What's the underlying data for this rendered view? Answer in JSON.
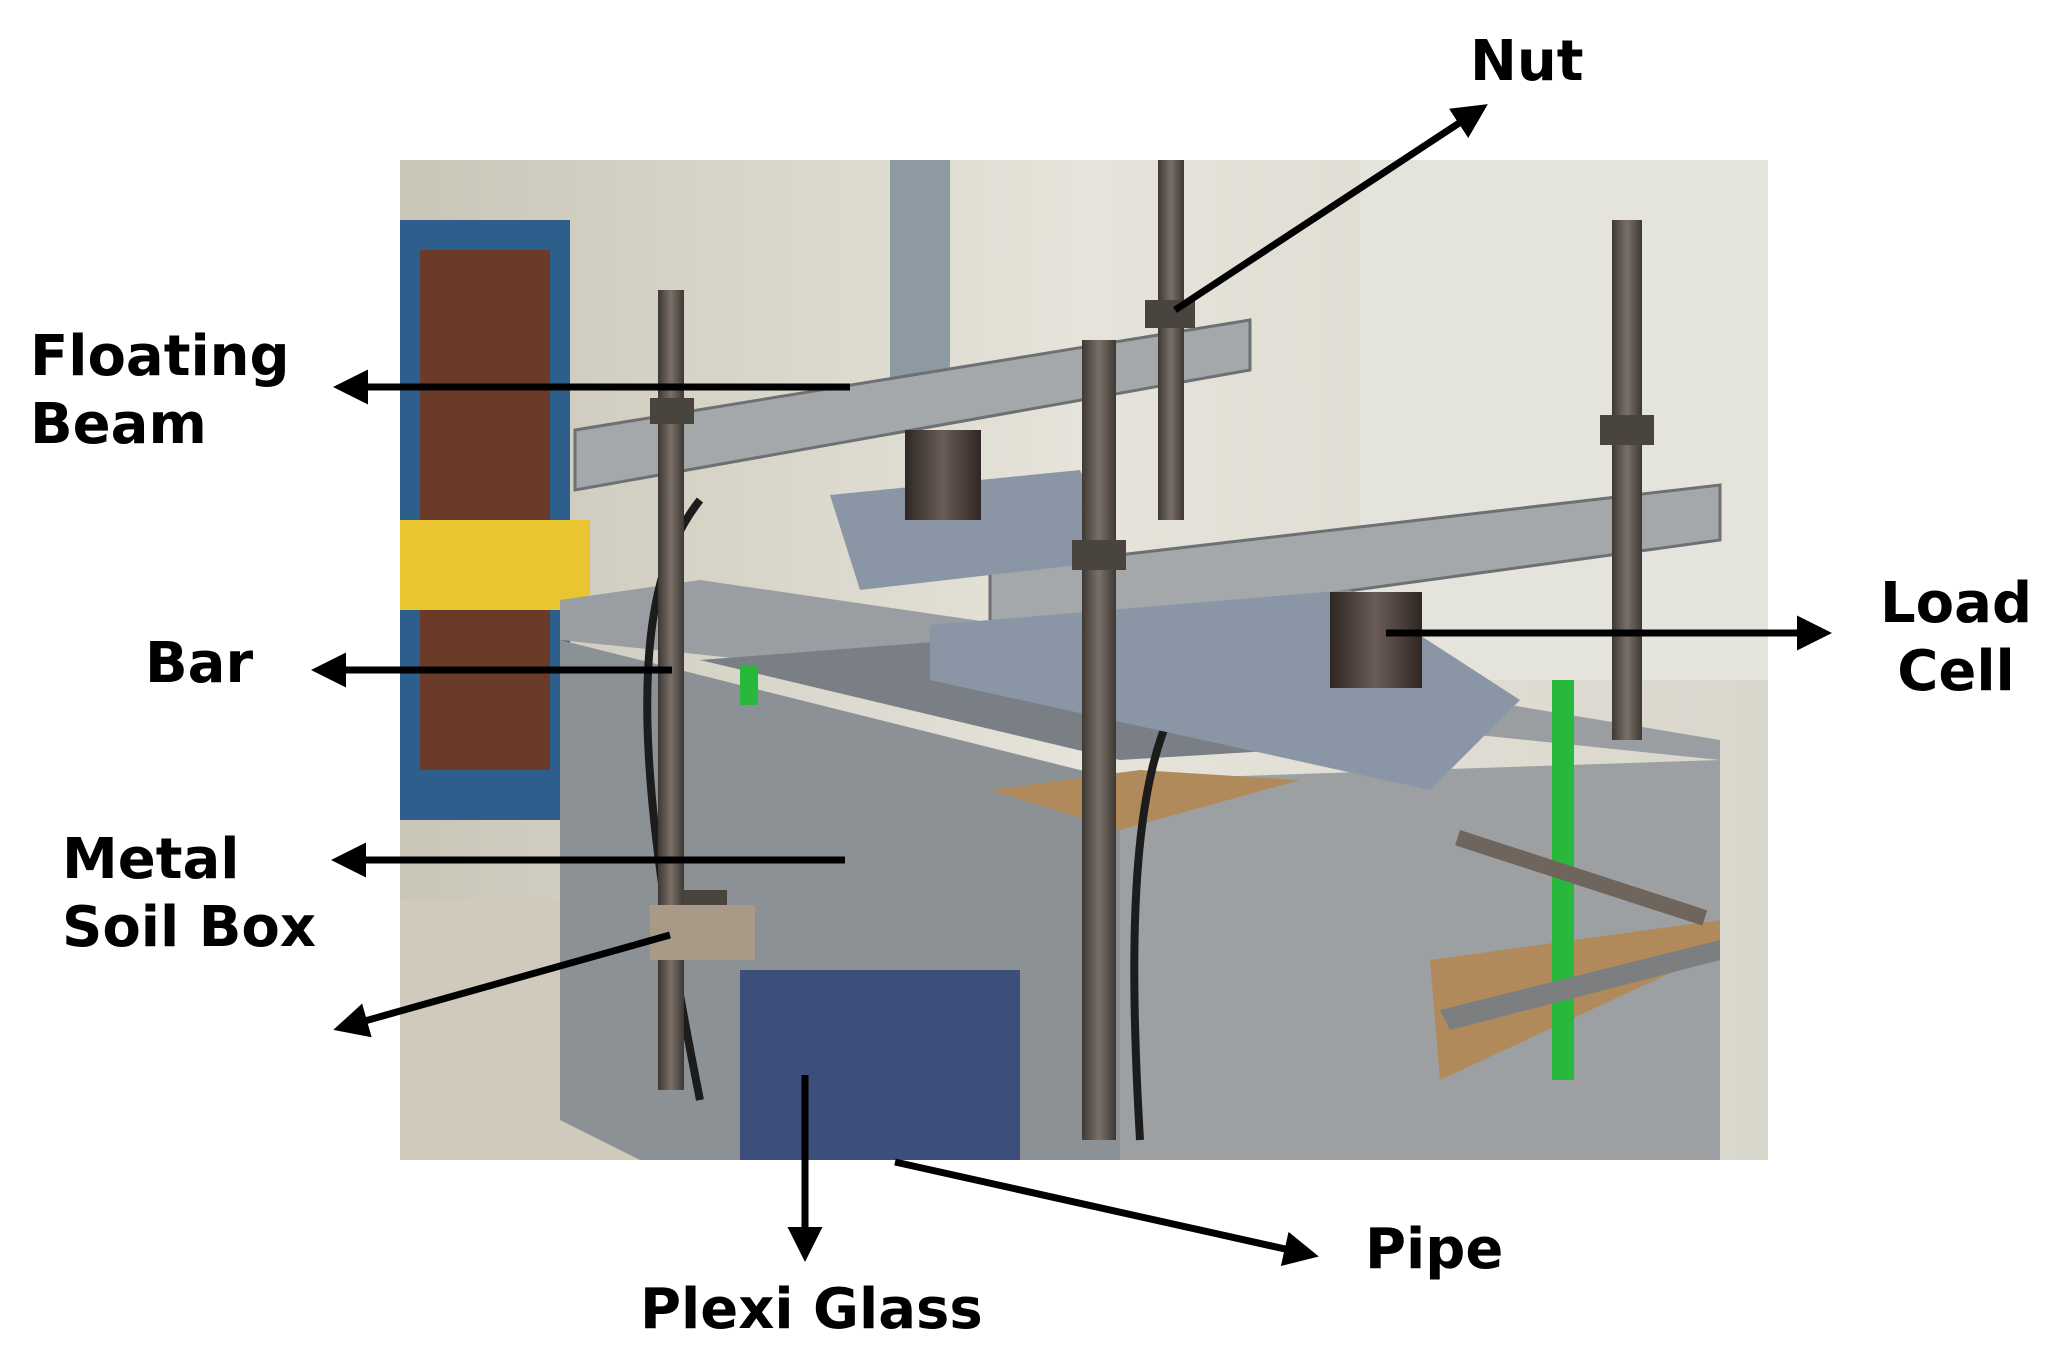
{
  "labels": {
    "nut": "Nut",
    "floating_beam": [
      "Floating",
      "Beam"
    ],
    "bar": "Bar",
    "load_cell": [
      "Load",
      "Cell"
    ],
    "metal_soil_box": [
      "Metal",
      "Soil Box"
    ],
    "pipe": "Pipe",
    "plexi_glass": "Plexi Glass"
  },
  "colors": {
    "text": "#000000",
    "arrow": "#000000",
    "background": "#ffffff",
    "box_gray": "#8c9196",
    "beam_gray": "#a4a8aa",
    "wall": "#d8d8cc",
    "rod": "#5f5750",
    "load_cell": "#4a403c",
    "green_pipe": "#27b83c",
    "wood": "#b08a5a"
  },
  "icons": [
    "arrow-icon"
  ]
}
